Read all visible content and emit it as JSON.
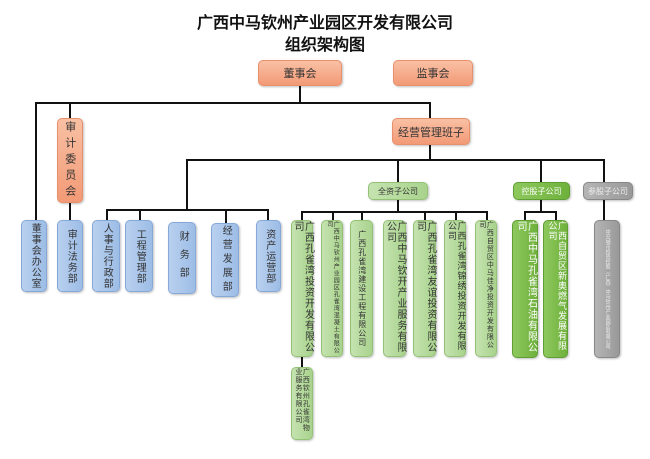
{
  "title": {
    "line1": "广西中马钦州产业园区开发有限公司",
    "line2": "组织架构图"
  },
  "board": "董事会",
  "supervisors": "监事会",
  "board_office": "董事会办公室",
  "audit_committee": "审计委员会",
  "audit_legal": "审计法务部",
  "management": "经营管理班子",
  "departments": [
    "人事与行政部",
    "工程管理部",
    "财务部",
    "经营发展部",
    "资产运营部"
  ],
  "wholly_owned": {
    "label": "全资子公司",
    "items": [
      "广西孔雀湾投资开发有限公司",
      "广西中马钦州产业园区孔雀湾混凝土有限公司",
      "广西孔雀湾建设工程有限公司",
      "广西中马钦开产业服务有限公司",
      "广西孔雀湾友谊投资有限公司",
      "广西孔雀湾锦绣投资开发有限公司",
      "广西自贸区中马佳净投资开发有限公司"
    ],
    "sub": "广西钦州孔雀湾物业服务有限公司"
  },
  "holding": {
    "label": "控股子公司",
    "items": [
      "广西中马孔雀湾石油有限公司",
      "广西自贸区新奥燃气发展有限公司"
    ]
  },
  "minority": {
    "label": "参股子公司",
    "items": [
      "中交城市投资控股（广西）中马钦州产业园区有限公司"
    ]
  },
  "colors": {
    "top": "#f29a76",
    "dept": "#9dbde6",
    "subsidiary": "#a9d38d",
    "holding": "#6fb13c",
    "minority": "#999999"
  }
}
